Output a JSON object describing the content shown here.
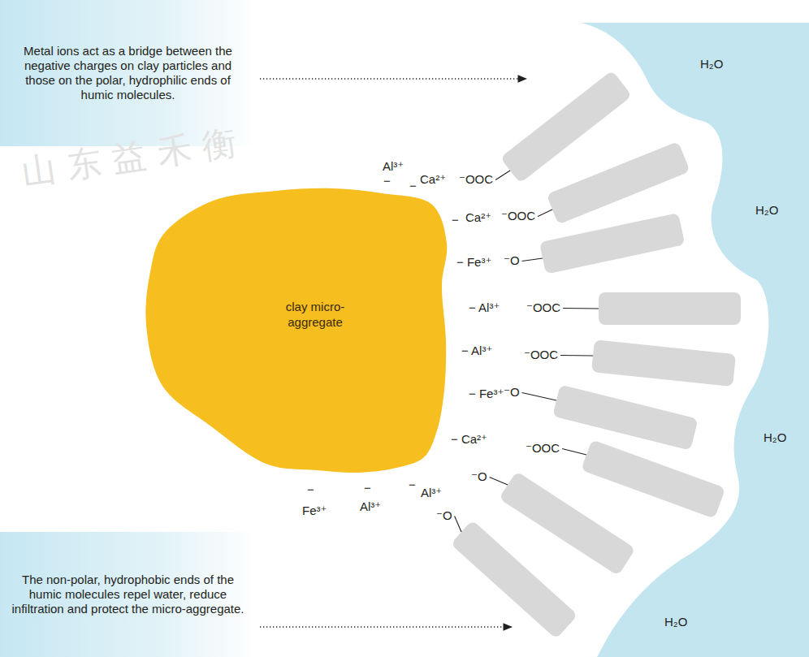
{
  "diagram": {
    "nodes": [
      {
        "text": [
          "Metal ions act as a bridge between the negative charges on clay particles and those on the polar, hydrophilic ends of humic molecules."
        ]
      },
      {
        "text": [
          "clay micro-aggregate"
        ]
      },
      {
        "text": [
          "The non-polar, hydrophobic ends of the humic molecules repel water, reduce infiltration and protect the micro-aggregate."
        ]
      }
    ],
    "labels": [
      "Al³⁺",
      "−",
      "−",
      "Ca²⁺",
      "⁻OOC",
      "−",
      "Ca²⁺",
      "⁻OOC",
      "− Fe³⁺",
      "⁻O",
      "− Al³⁺",
      "⁻OOC",
      "− Al³⁺",
      "⁻OOC",
      "− Fe³⁺",
      "⁻O",
      "− Ca²⁺",
      "⁻OOC",
      "−",
      "Al³⁺",
      "⁻O",
      "⁻O",
      "−",
      "Fe³⁺",
      "−",
      "Al³⁺",
      "H₂O",
      "H₂O",
      "H₂O",
      "H₂O",
      "山东益禾衡"
    ]
  }
}
